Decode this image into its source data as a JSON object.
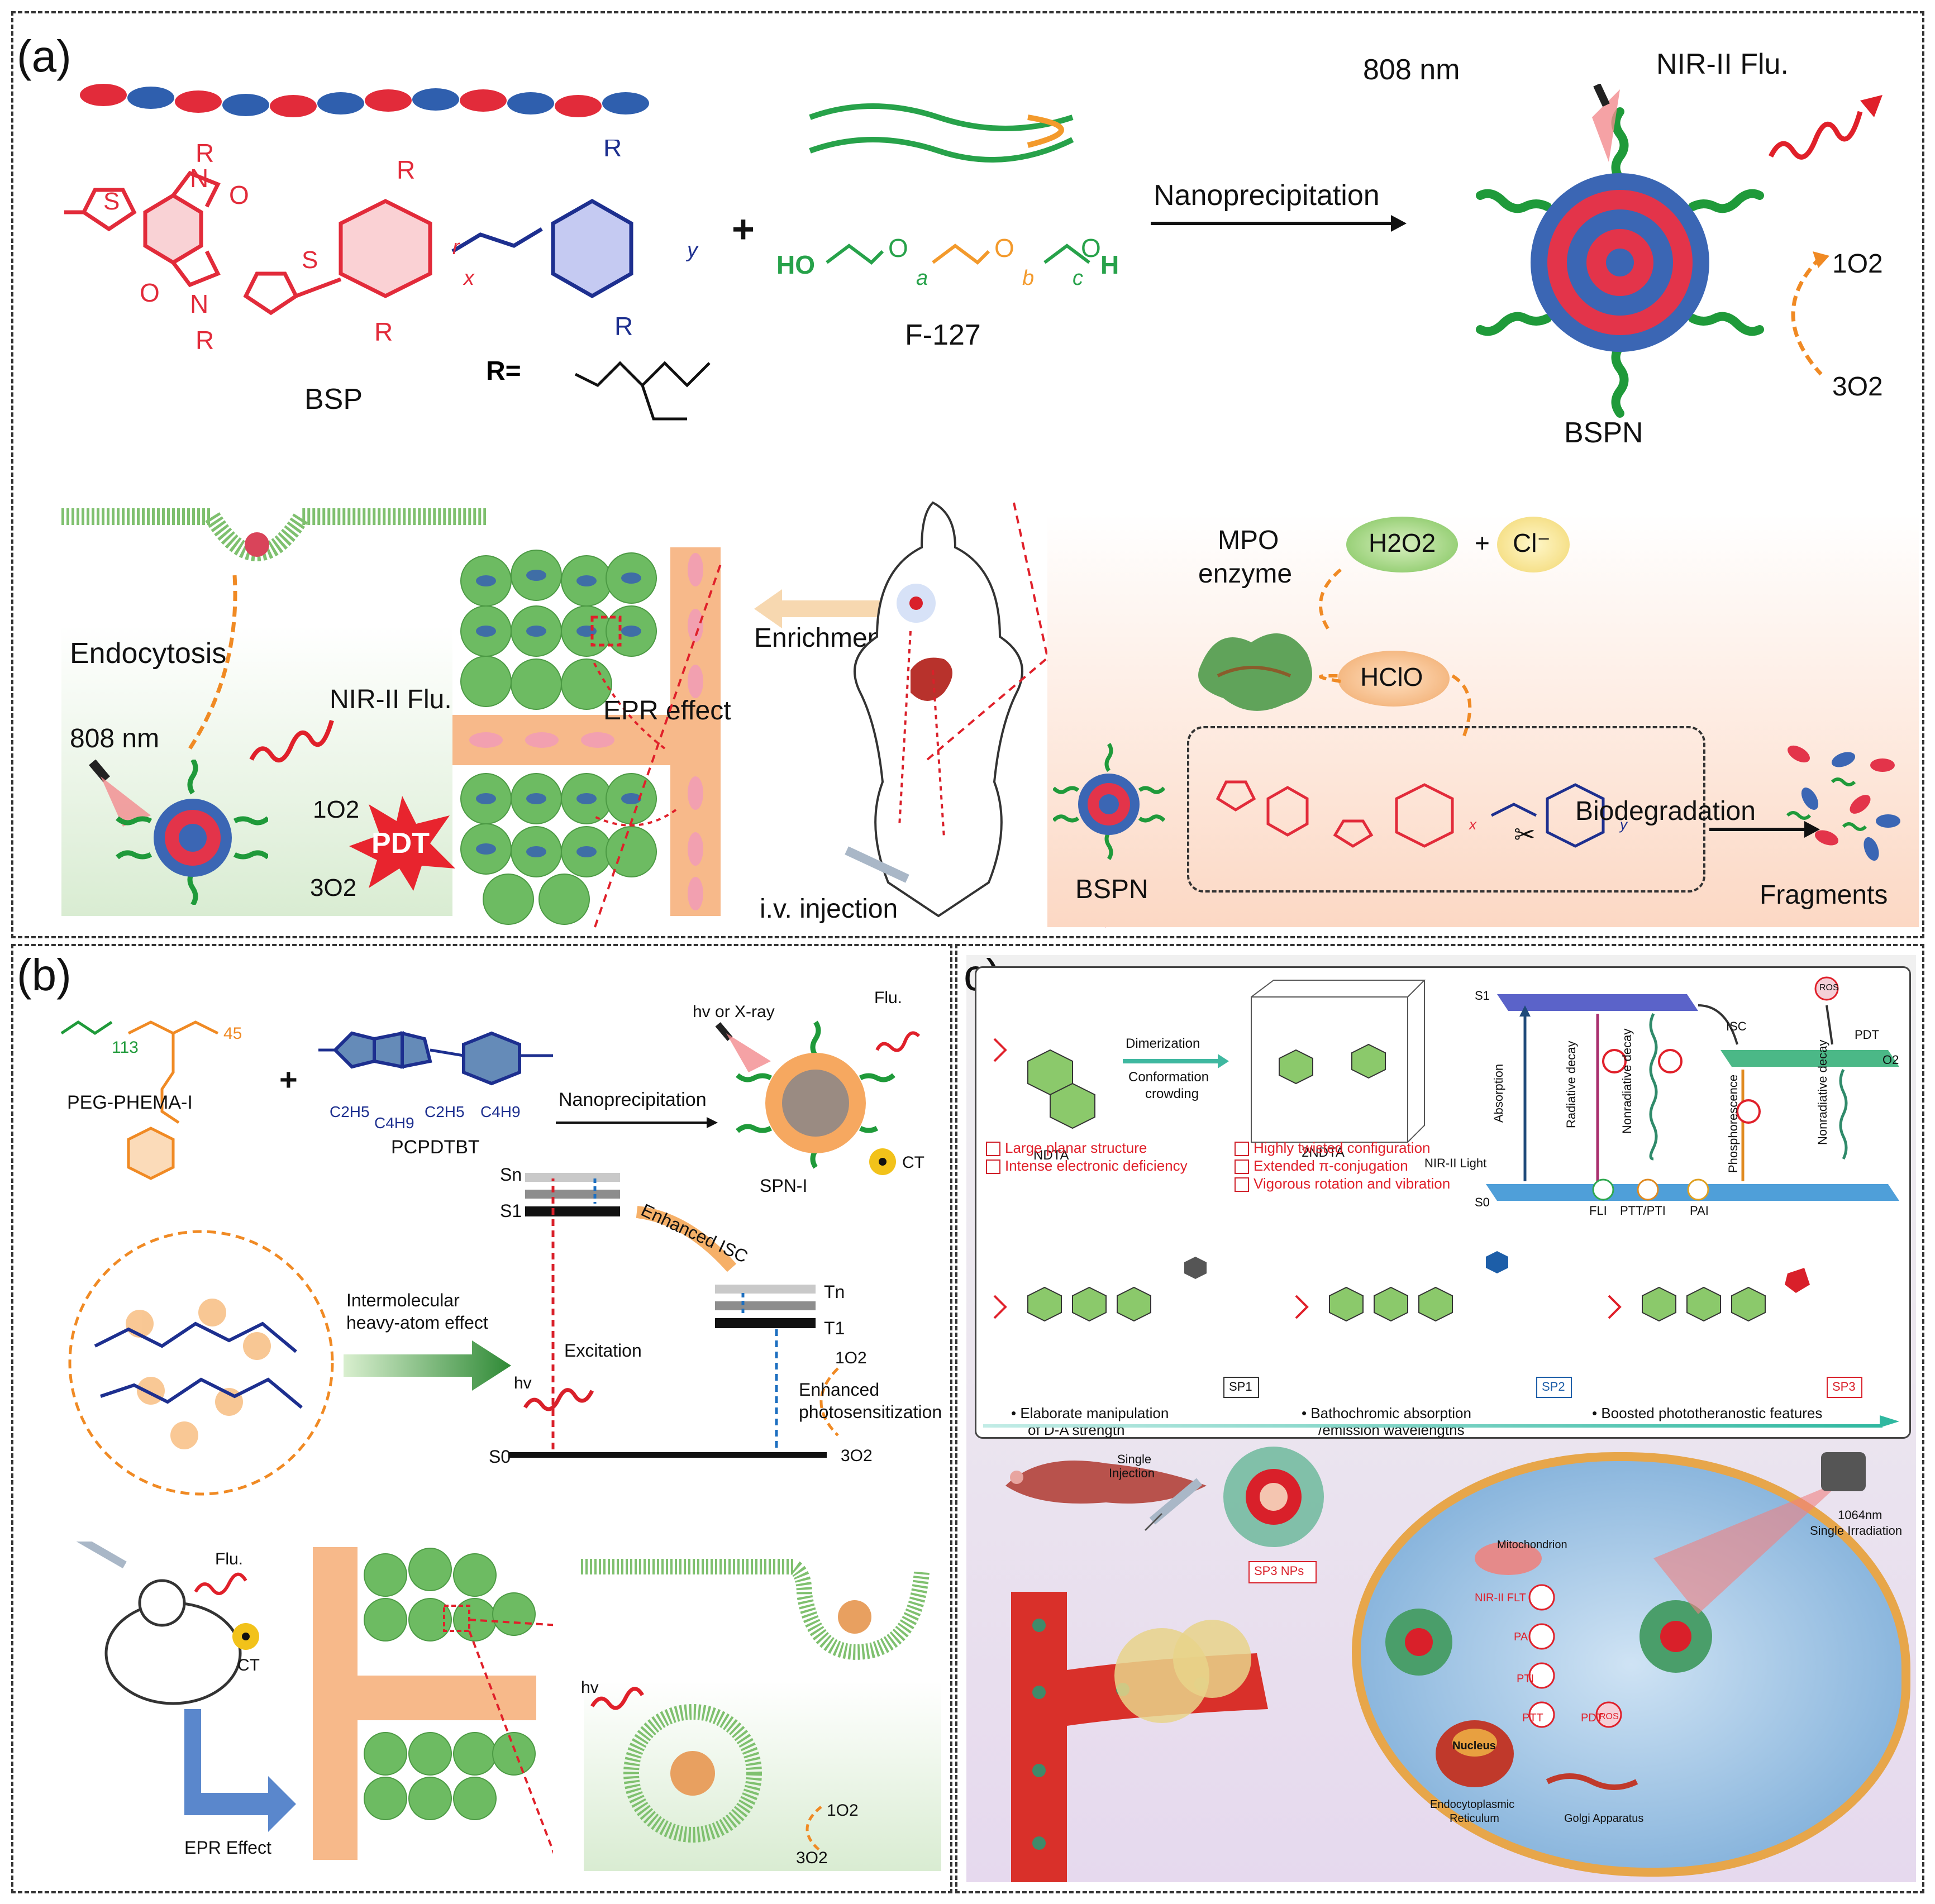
{
  "panels": {
    "a": "(a)",
    "b": "(b)",
    "c": "c)"
  },
  "panel_a": {
    "bsp": "BSP",
    "r_eq": "R=",
    "r_sym": "R",
    "o_sym": "O",
    "s_sym": "S",
    "n_sym": "N",
    "sub_x": "x",
    "sub_y": "y",
    "sub_r": "r",
    "plus": "+",
    "f127": "F-127",
    "ho": "HO",
    "sub_a": "a",
    "sub_b": "b",
    "sub_c": "c",
    "h": "H",
    "nanoprecipitation": "Nanoprecipitation",
    "nm808": "808 nm",
    "nir_flu": "NIR-II Flu.",
    "o2_singlet": "1O2",
    "o2_triplet": "3O2",
    "bspn": "BSPN",
    "endocytosis": "Endocytosis",
    "nir_flu_2": "NIR-II Flu.",
    "nm808_2": "808 nm",
    "o2_singlet_2": "1O2",
    "o2_triplet_2": "3O2",
    "pdt": "PDT",
    "epr": "EPR effect",
    "enrichment": "Enrichment",
    "iv": "i.v. injection",
    "mpo": "MPO",
    "enzyme": "enzyme",
    "h2o2": "H2O2",
    "plus2": "+",
    "cl": "Cl⁻",
    "hclo": "HClO",
    "bspn_2": "BSPN",
    "biodegradation": "Biodegradation",
    "fragments": "Fragments"
  },
  "panel_b": {
    "peg": "PEG-PHEMA-I",
    "n113": "113",
    "n45": "45",
    "plus": "+",
    "pcpdtbt": "PCPDTBT",
    "c2h5_1": "C2H5",
    "c4h9_1": "C4H9",
    "c2h5_2": "C2H5",
    "c4h9_2": "C4H9",
    "nano": "Nanoprecipitation",
    "hv_xray": "hv or X-ray",
    "flu": "Flu.",
    "spni": "SPN-I",
    "ct": "CT",
    "sn": "Sn",
    "s1": "S1",
    "s0": "S0",
    "tn": "Tn",
    "t1": "T1",
    "isc": "Enhanced ISC",
    "inter1": "Intermolecular",
    "inter2": "heavy-atom effect",
    "excitation": "Excitation",
    "hv": "hv",
    "enh1": "Enhanced",
    "enh2": "photosensitization",
    "o2s": "1O2",
    "o2t": "3O2",
    "flu2": "Flu.",
    "ct2": "CT",
    "epr": "EPR Effect",
    "hv2": "hv",
    "o2s_2": "1O2",
    "o2t_2": "3O2"
  },
  "panel_c": {
    "dimerization": "Dimerization",
    "conformation": "Conformation",
    "crowding": "crowding",
    "ndta": "NDTA",
    "twondta": "2NDTA",
    "f1": "Large planar structure",
    "f2": "Intense electronic deficiency",
    "f3": "Highly twisted configuration",
    "f4": "Extended π-conjugation",
    "f5": "Vigorous rotation and vibration",
    "s1": "S1",
    "s0": "S0",
    "isc": "ISC",
    "pdt": "PDT",
    "ros": "ROS",
    "o2": "O2",
    "absorption": "Absorption",
    "radiative": "Radiative decay",
    "nonradiative": "Nonradiative decay",
    "phosphorescence": "Phosphorescence",
    "nonradiative2": "Nonradiative decay",
    "nir_light": "NIR-II Light",
    "fli": "FLI",
    "ptt_pti": "PTT/PTI",
    "pai": "PAI",
    "sp1": "SP1",
    "sp2": "SP2",
    "sp3": "SP3",
    "b1a": "Elaborate manipulation",
    "b1b": "of D-A strength",
    "b2a": "Bathochromic absorption",
    "b2b": "/emission wavelengths",
    "b3": "Boosted phototheranostic features",
    "single_inj_1": "Single",
    "single_inj_2": "Injection",
    "sp3nps": "SP3 NPs",
    "mito": "Mitochondrion",
    "nir_flt": "NIR-II FLT",
    "pai_2": "PAI",
    "pti": "PTI",
    "ptt": "PTT",
    "pdt_2": "PDT",
    "ros_2": "ROS",
    "nucleus": "Nucleus",
    "er1": "Endocytoplasmic",
    "er2": "Reticulum",
    "golgi": "Golgi Apparatus",
    "irr1": "1064nm",
    "irr2": "Single Irradiation"
  },
  "colors": {
    "red": "#e0202a",
    "blue": "#1d2f8f",
    "green": "#1f9a3a",
    "orange": "#f08a24",
    "tissue": "#f4c28c",
    "cell": "#6fbf62"
  }
}
